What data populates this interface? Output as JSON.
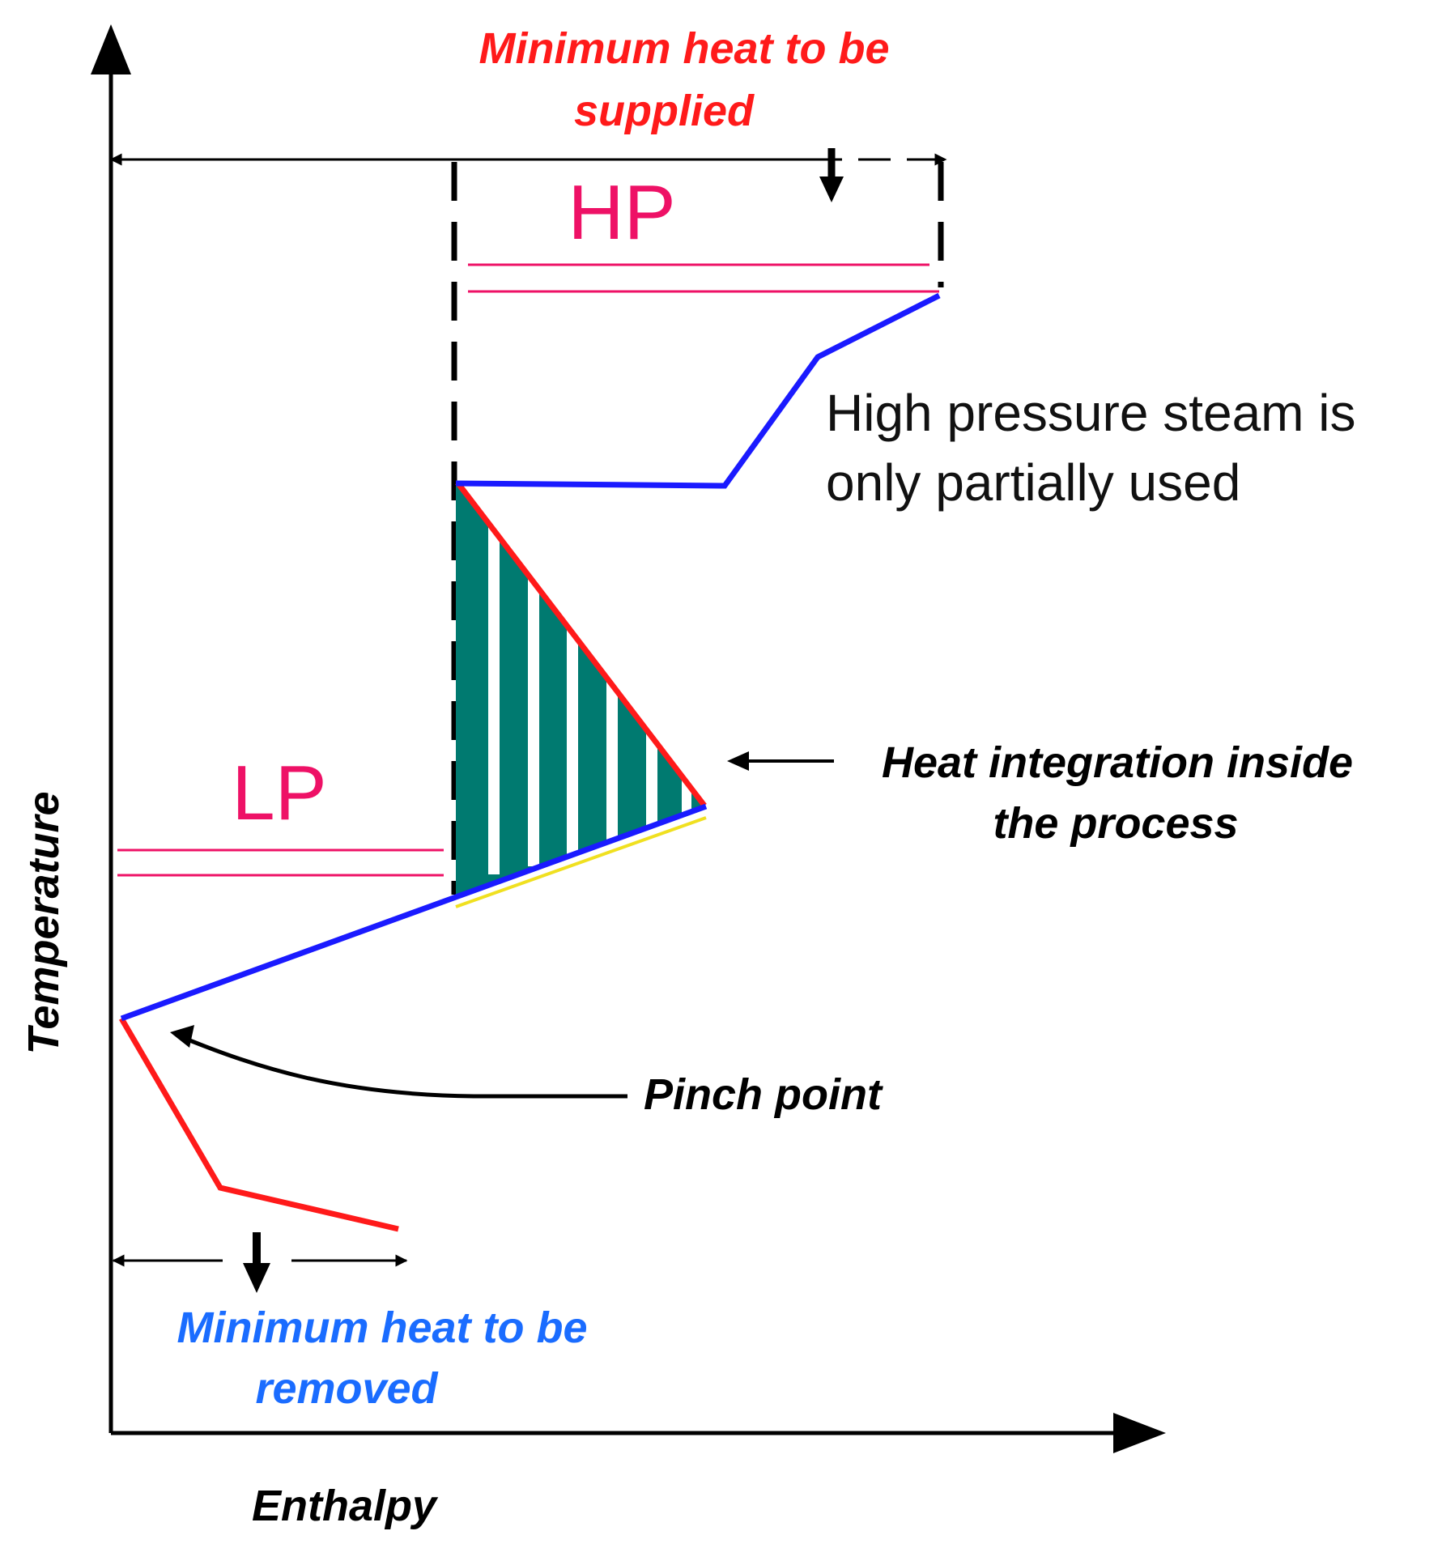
{
  "axes": {
    "x_label": "Enthalpy",
    "y_label": "Temperature"
  },
  "labels": {
    "heat_supplied_line1": "Minimum heat to be",
    "heat_supplied_line2": "supplied",
    "heat_removed_line1": "Minimum heat to be",
    "heat_removed_line2": "removed",
    "hp": "HP",
    "lp": "LP",
    "steam_note_line1": "High pressure steam is",
    "steam_note_line2": "only partially used",
    "integration_line1": "Heat integration inside",
    "integration_line2": "the process",
    "pinch": "Pinch point"
  },
  "colors": {
    "hot_curve": "#ff1a1a",
    "cold_curve": "#1a1aff",
    "steam_lines": "#ee1166",
    "integration_fill": "#007a70",
    "supplied_text": "#ff1a1a",
    "removed_text": "#1a6cff",
    "axis": "#000000"
  }
}
